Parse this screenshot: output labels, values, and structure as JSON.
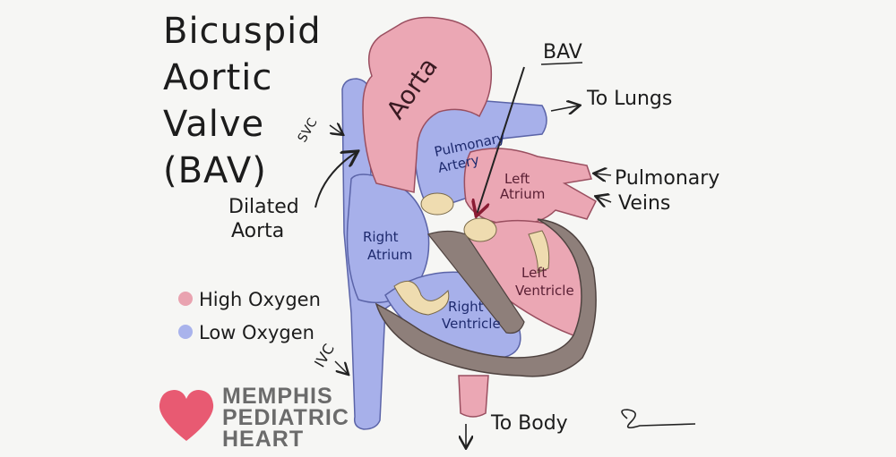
{
  "title_lines": [
    "Bicuspid",
    "Aortic",
    "Valve",
    "(BAV)"
  ],
  "labels": {
    "svc": "SVC",
    "ivc": "IVC",
    "dilated_aorta": [
      "Dilated",
      "Aorta"
    ],
    "bav": "BAV",
    "to_lungs": "To Lungs",
    "pulmonary_veins": [
      "Pulmonary",
      "Veins"
    ],
    "to_body": "To Body",
    "aorta": "Aorta",
    "pulmonary_artery": [
      "Pulmonary",
      "Artery"
    ],
    "left_atrium": [
      "Left",
      "Atrium"
    ],
    "right_atrium": [
      "Right",
      "Atrium"
    ],
    "left_ventricle": [
      "Left",
      "Ventricle"
    ],
    "right_ventricle": [
      "Right",
      "Ventricle"
    ]
  },
  "legend": [
    {
      "label": "High Oxygen",
      "color": "#e9a3b0"
    },
    {
      "label": "Low Oxygen",
      "color": "#a9b3ec"
    }
  ],
  "logo": {
    "lines": [
      "MEMPHIS",
      "PEDIATRIC",
      "HEART"
    ],
    "color": "#e85a72"
  },
  "colors": {
    "oxygenated": "#eba7b4",
    "deoxygenated": "#a7b0ea",
    "muscle": "#8e7f7a",
    "valve": "#efdcb0"
  }
}
